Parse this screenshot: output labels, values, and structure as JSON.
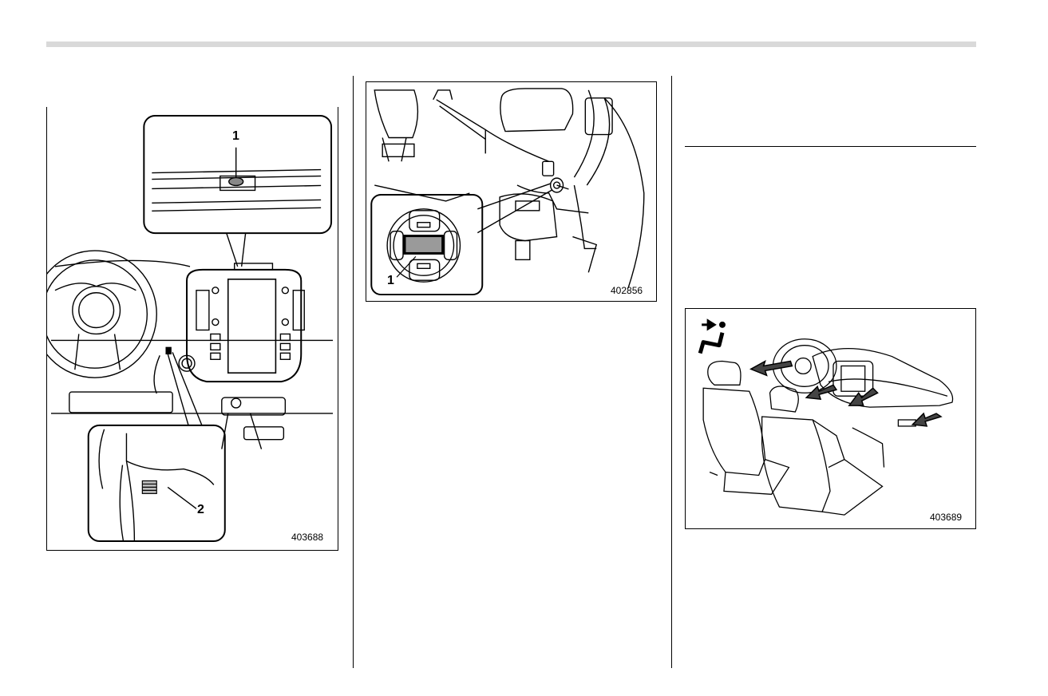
{
  "figures": {
    "fig1": {
      "code": "403688",
      "callouts": [
        "1",
        "2"
      ]
    },
    "fig2": {
      "code": "402856",
      "callouts": [
        "1"
      ]
    },
    "fig3": {
      "code": "403689"
    }
  }
}
